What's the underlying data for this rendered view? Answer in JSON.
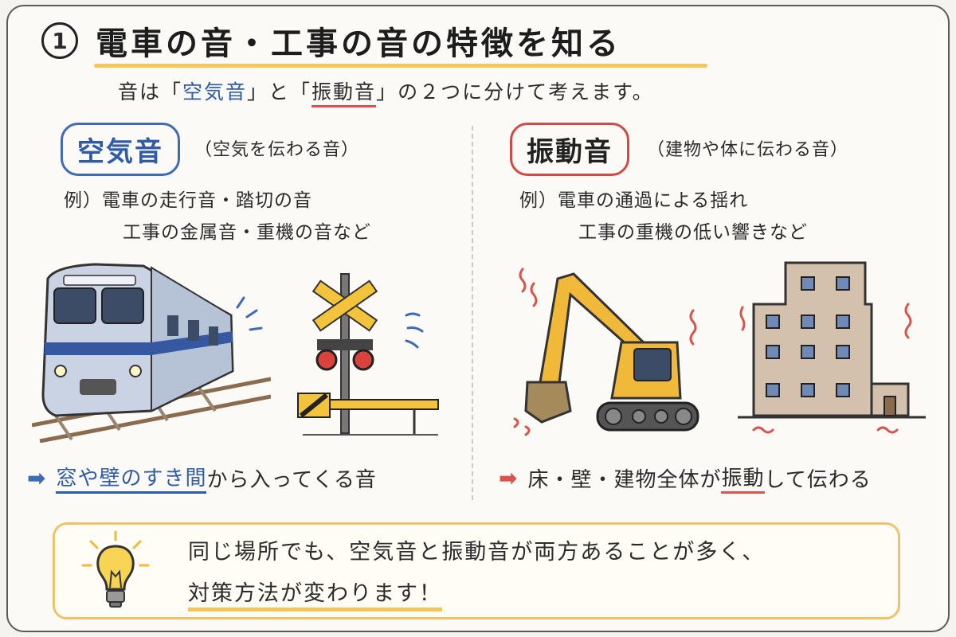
{
  "title": {
    "number": "1",
    "text": "電車の音・工事の音の特徴を知る"
  },
  "subtitle": {
    "part1": "音は「",
    "kw1": "空気音",
    "part2": "」と「",
    "kw2": "振動音",
    "part3": "」の２つに分けて考えます。"
  },
  "left": {
    "heading": "空気音",
    "note": "（空気を伝わる音）",
    "example_line1": "例）電車の走行音・踏切の音",
    "example_line2": "工事の金属音・重機の音など",
    "result_highlight": "窓や壁のすき間",
    "result_rest": "から入ってくる音"
  },
  "right": {
    "heading": "振動音",
    "note": "（建物や体に伝わる音）",
    "example_line1": "例）電車の通過による揺れ",
    "example_line2": "工事の重機の低い響きなど",
    "result_pre": "床・壁・建物全体が",
    "result_highlight": "振動",
    "result_post": "して伝わる"
  },
  "tip": {
    "line1": "同じ場所でも、空気音と振動音が両方あることが多く、",
    "line2": "対策方法が変わります！"
  },
  "icons": {
    "left_arrow": "arrow-right-icon",
    "right_arrow": "arrow-right-icon",
    "tip": "lightbulb-icon"
  },
  "colors": {
    "blue": "#2f5ca8",
    "red": "#d9544d",
    "yellow": "#f2c65b"
  }
}
